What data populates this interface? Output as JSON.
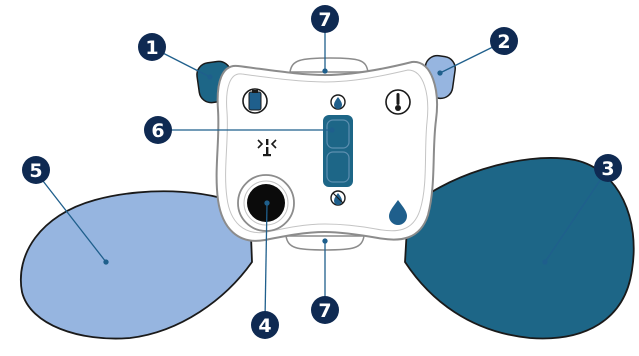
{
  "colors": {
    "dark_blue": "#1d6687",
    "light_blue": "#96b5e0",
    "callout_fill": "#0f2a52",
    "body_fill": "#ffffff",
    "body_stroke": "#8c8c8c",
    "icon_blue": "#1f5f8c"
  },
  "icons": {
    "battery": "battery-icon",
    "info": "thermometer-info-icon",
    "drop_up": "water-drop-icon",
    "drop_down": "water-drop-off-icon",
    "drop_large": "large-water-drop-icon",
    "sensor": "sensor-indicator-icon"
  },
  "callouts": [
    {
      "id": "1",
      "label": "1"
    },
    {
      "id": "2",
      "label": "2"
    },
    {
      "id": "3",
      "label": "3"
    },
    {
      "id": "4",
      "label": "4"
    },
    {
      "id": "5",
      "label": "5"
    },
    {
      "id": "6",
      "label": "6"
    },
    {
      "id": "7a",
      "label": "7"
    },
    {
      "id": "7b",
      "label": "7"
    }
  ]
}
